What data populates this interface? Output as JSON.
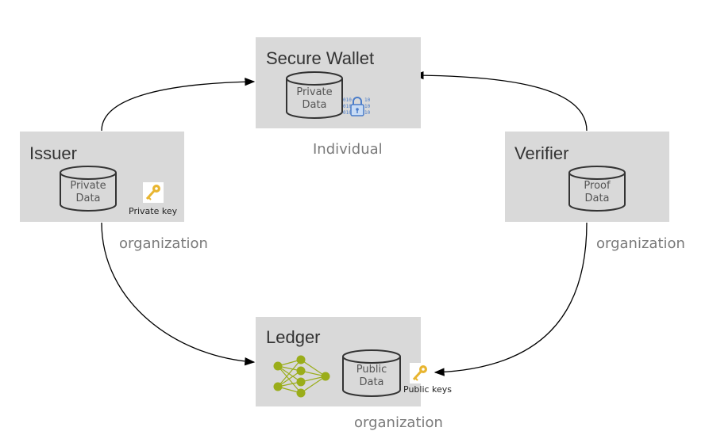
{
  "nodes": {
    "wallet": {
      "title": "Secure Wallet",
      "db_line1": "Private",
      "db_line2": "Data",
      "caption": "Individual"
    },
    "issuer": {
      "title": "Issuer",
      "db_line1": "Private",
      "db_line2": "Data",
      "key_label": "Private key",
      "caption": "organization"
    },
    "verifier": {
      "title": "Verifier",
      "db_line1": "Proof",
      "db_line2": "Data",
      "caption": "organization"
    },
    "ledger": {
      "title": "Ledger",
      "db_line1": "Public",
      "db_line2": "Data",
      "key_label": "Public keys",
      "caption": "organization"
    }
  },
  "icons": {
    "key": "key-icon",
    "lock": "encrypted-lock-icon",
    "network": "neural-network-icon",
    "database": "database-icon"
  },
  "colors": {
    "box": "#d9d9d9",
    "key": "#e8b530",
    "network": "#9aad1a",
    "lock": "#4a7cc9",
    "arrow": "#000000"
  }
}
